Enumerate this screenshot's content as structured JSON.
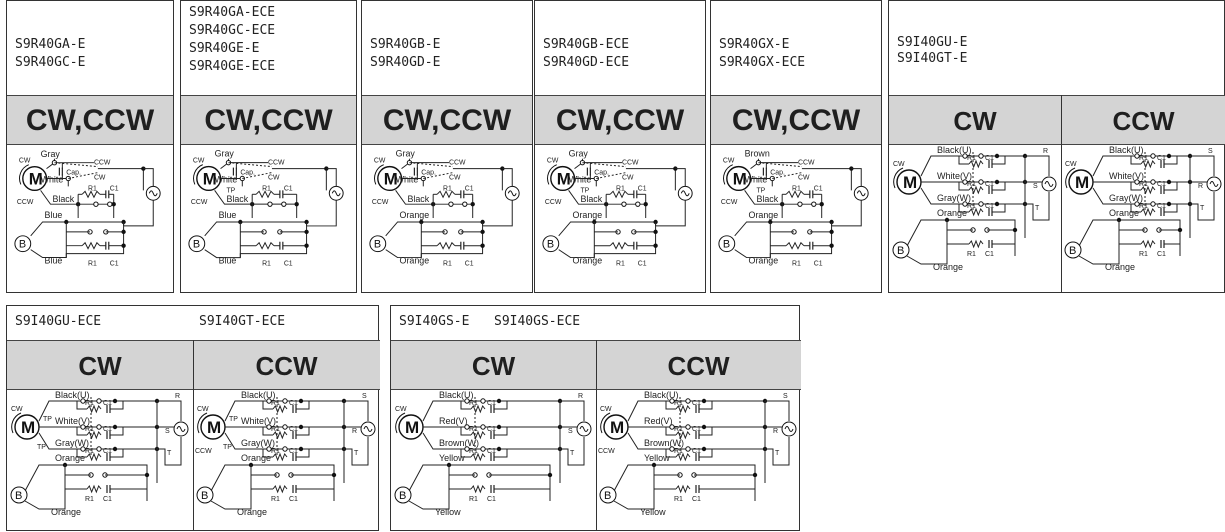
{
  "panels": [
    {
      "models": [
        "S9R40GA-E",
        "S9R40GC-E"
      ],
      "band": "CW,CCW",
      "labels": {
        "top": "Gray",
        "mid": "White",
        "ccw_out": "CCW",
        "cw_out": "CW",
        "cap": "Cap.",
        "black": "Black",
        "blue1": "Blue",
        "blue2": "Blue",
        "r1": "R1",
        "c1": "C1",
        "cw": "CW",
        "ccw": "CCW",
        "m": "M",
        "b": "B"
      }
    },
    {
      "models": [
        "S9R40GA-ECE",
        "S9R40GC-ECE",
        "S9R40GE-E",
        "S9R40GE-ECE"
      ],
      "band": "CW,CCW",
      "labels": {
        "top": "Gray",
        "mid": "White",
        "ccw_out": "CCW",
        "cw_out": "CW",
        "cap": "Cap.",
        "black": "Black",
        "blue1": "Blue",
        "blue2": "Blue",
        "r1": "R1",
        "c1": "C1",
        "cw": "CW",
        "ccw": "CCW",
        "m": "M",
        "b": "B",
        "tp": "TP"
      }
    },
    {
      "models": [
        "S9R40GB-E",
        "S9R40GD-E"
      ],
      "band": "CW,CCW",
      "labels": {
        "top": "Gray",
        "mid": "White",
        "ccw_out": "CCW",
        "cw_out": "CW",
        "cap": "Cap.",
        "black": "Black",
        "blue1": "Orange",
        "blue2": "Orange",
        "r1": "R1",
        "c1": "C1",
        "cw": "CW",
        "ccw": "CCW",
        "m": "M",
        "b": "B"
      }
    },
    {
      "models": [
        "S9R40GB-ECE",
        "S9R40GD-ECE"
      ],
      "band": "CW,CCW",
      "labels": {
        "top": "Gray",
        "mid": "White",
        "ccw_out": "CCW",
        "cw_out": "CW",
        "cap": "Cap.",
        "black": "Black",
        "blue1": "Orange",
        "blue2": "Orange",
        "r1": "R1",
        "c1": "C1",
        "cw": "CW",
        "ccw": "CCW",
        "m": "M",
        "b": "B",
        "tp": "TP"
      }
    },
    {
      "models": [
        "S9R40GX-E",
        "S9R40GX-ECE"
      ],
      "band": "CW,CCW",
      "labels": {
        "top": "Brown",
        "mid": "White",
        "ccw_out": "CCW",
        "cw_out": "CW",
        "cap": "Cap.",
        "black": "Black",
        "blue1": "Orange",
        "blue2": "Orange",
        "r1": "R1",
        "c1": "C1",
        "cw": "CW",
        "ccw": "CCW",
        "m": "M",
        "b": "B",
        "tp": "TP"
      }
    }
  ],
  "three_phase_top": {
    "models": [
      "S9I40GU-E",
      "S9I40GT-E"
    ],
    "cw_band": "CW",
    "ccw_band": "CCW",
    "labels": {
      "u": "Black(U)",
      "v": "White(V)",
      "w": "Gray(W)",
      "o1": "Orange",
      "o2": "Orange",
      "r1": "R1",
      "c1": "C1",
      "R": "R",
      "S": "S",
      "T": "T",
      "cw": "CW",
      "m": "M",
      "b": "B"
    }
  },
  "bottom_left": {
    "model_a": "S9I40GU-ECE",
    "model_b": "S9I40GT-ECE",
    "cw_band": "CW",
    "ccw_band": "CCW",
    "labels": {
      "u": "Black(U)",
      "v": "White(V)",
      "w": "Gray(W)",
      "o1": "Orange",
      "o2": "Orange",
      "r1": "R1",
      "c1": "C1",
      "R": "R",
      "S": "S",
      "T": "T",
      "cw": "CW",
      "ccw": "CCW",
      "m": "M",
      "b": "B",
      "tp": "TP"
    }
  },
  "bottom_right": {
    "model_a": "S9I40GS-E",
    "model_b": "S9I40GS-ECE",
    "cw_band": "CW",
    "ccw_band": "CCW",
    "labels": {
      "u": "Black(U)",
      "v": "Red(V)",
      "w": "Brown(W)",
      "o1": "Yellow",
      "o2": "Yellow",
      "r1": "R1",
      "c1": "C1",
      "R": "R",
      "S": "S",
      "T": "T",
      "cw": "CW",
      "ccw": "CCW",
      "m": "M",
      "b": "B"
    }
  }
}
